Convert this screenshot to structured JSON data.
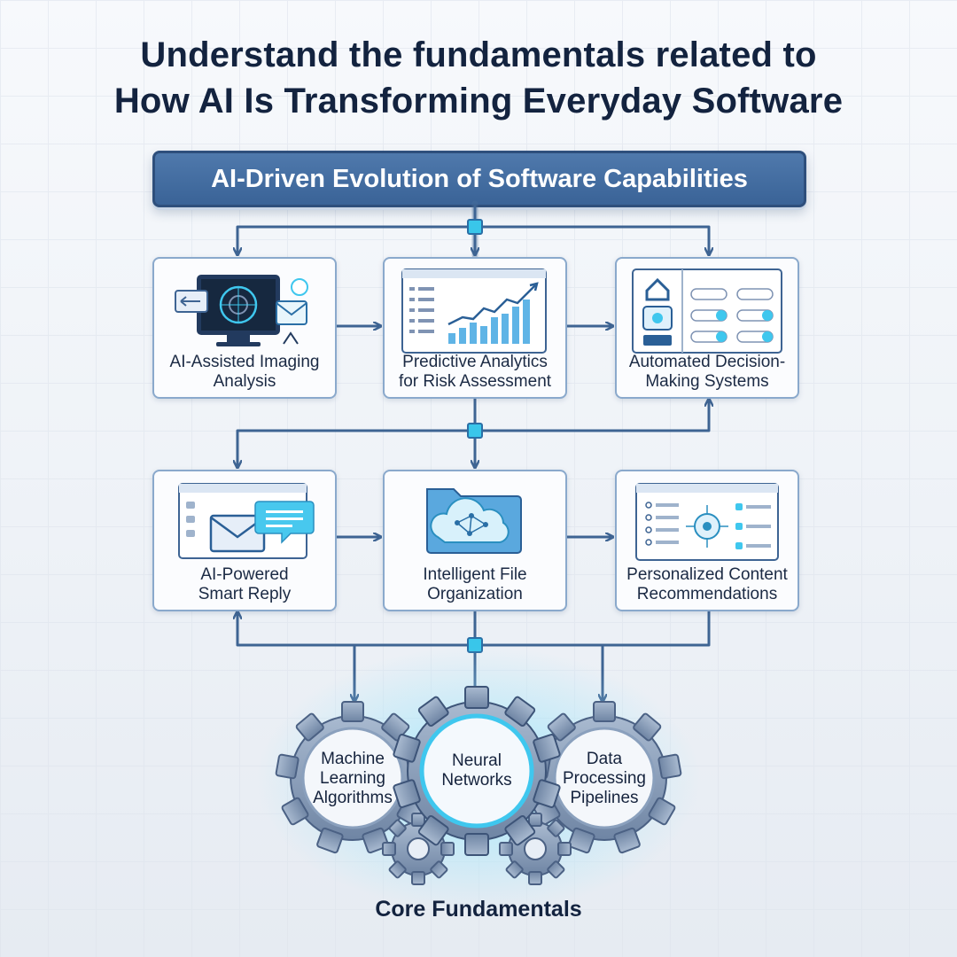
{
  "title_line1": "Understand the fundamentals related to",
  "title_line2": "How AI Is Transforming Everyday Software",
  "banner": "AI-Driven Evolution of Software Capabilities",
  "cards": [
    {
      "line1": "AI-Assisted Imaging",
      "line2": "Analysis",
      "icon": "monitor-imaging-icon"
    },
    {
      "line1": "Predictive Analytics",
      "line2": "for Risk Assessment",
      "icon": "bar-chart-icon"
    },
    {
      "line1": "Automated Decision-",
      "line2": "Making Systems",
      "icon": "control-panel-icon"
    },
    {
      "line1": "AI-Powered",
      "line2": "Smart Reply",
      "icon": "email-reply-icon"
    },
    {
      "line1": "Intelligent File",
      "line2": "Organization",
      "icon": "folder-cloud-icon"
    },
    {
      "line1": "Personalized Content",
      "line2": "Recommendations",
      "icon": "recommendation-dashboard-icon"
    }
  ],
  "gears": [
    {
      "lines": [
        "Machine",
        "Learning",
        "Algorithms"
      ]
    },
    {
      "lines": [
        "Neural",
        "Networks"
      ]
    },
    {
      "lines": [
        "Data",
        "Processing",
        "Pipelines"
      ]
    }
  ],
  "footer": "Core Fundamentals",
  "colors": {
    "accent": "#3a6397",
    "connector": "#4a6f9c",
    "node": "#39c6ea",
    "gear": "#7f95b3"
  }
}
